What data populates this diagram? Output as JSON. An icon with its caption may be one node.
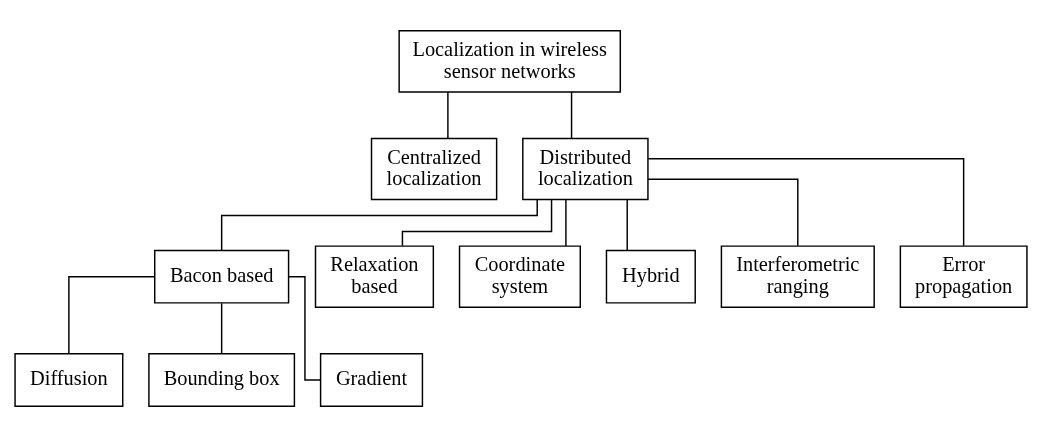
{
  "diagram": {
    "nodes": [
      {
        "text": [
          "Localization in wireless sensor networks"
        ]
      },
      {
        "text": [
          "Centralized localization"
        ]
      },
      {
        "text": [
          "Distributed localization"
        ]
      },
      {
        "text": [
          "Bacon based"
        ]
      },
      {
        "text": [
          "Relaxation based"
        ]
      },
      {
        "text": [
          "Coordinate system"
        ]
      },
      {
        "text": [
          "Hybrid"
        ]
      },
      {
        "text": [
          "Interferometric ranging"
        ]
      },
      {
        "text": [
          "Error propagation"
        ]
      },
      {
        "text": [
          "Diffusion"
        ]
      },
      {
        "text": [
          "Bounding box"
        ]
      },
      {
        "text": [
          "Gradient"
        ]
      }
    ],
    "edges": [
      {
        "from": 0,
        "to": 1,
        "arrow": "none"
      },
      {
        "from": 0,
        "to": 2,
        "arrow": "none"
      },
      {
        "from": 2,
        "to": 3,
        "arrow": "none"
      },
      {
        "from": 2,
        "to": 4,
        "arrow": "none"
      },
      {
        "from": 2,
        "to": 5,
        "arrow": "none"
      },
      {
        "from": 2,
        "to": 6,
        "arrow": "none"
      },
      {
        "from": 2,
        "to": 7,
        "arrow": "none"
      },
      {
        "from": 2,
        "to": 8,
        "arrow": "none"
      },
      {
        "from": 3,
        "to": 9,
        "arrow": "none"
      },
      {
        "from": 3,
        "to": 10,
        "arrow": "none"
      },
      {
        "from": 3,
        "to": 11,
        "arrow": "none"
      }
    ]
  }
}
